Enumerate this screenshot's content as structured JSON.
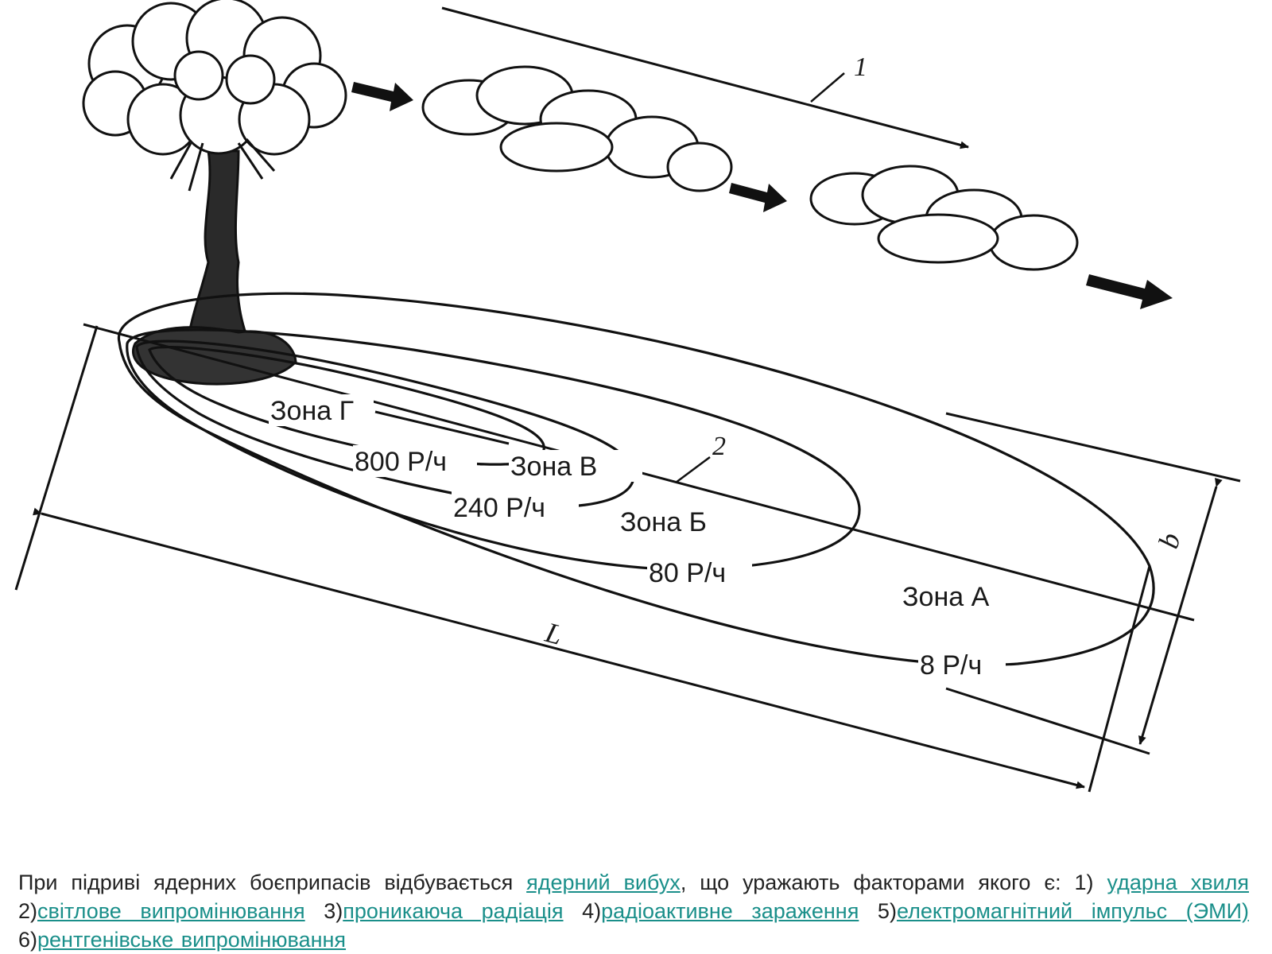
{
  "diagram": {
    "zones": {
      "g": "Зона Г",
      "v": "Зона В",
      "b": "Зона Б",
      "a": "Зона А"
    },
    "dose_rates": {
      "r800": "800 Р/ч",
      "r240": "240 Р/ч",
      "r80": "80 Р/ч",
      "r8": "8 Р/ч"
    },
    "callouts": {
      "wind": "1",
      "axis": "2"
    },
    "dimensions": {
      "length": "L",
      "width": "b"
    }
  },
  "caption": {
    "intro": "При підриві ядерних боєприпасів відбувається ",
    "link_explosion": "ядерний вибух",
    "middle": ", що уражають факторами якого є: 1) ",
    "link_1": "ударна хвиля",
    "n2": " 2)",
    "link_2": "світлове випромінювання",
    "n3": " 3)",
    "link_3": "проникаюча радіація",
    "n4": " 4)",
    "link_4": "радіоактивне зараження",
    "n5": " 5)",
    "link_5": "електромагнітний імпульс (ЭМИ)",
    "n6": " 6)",
    "link_6": "рентгенівське випромінювання"
  },
  "colors": {
    "ink": "#111111",
    "link": "#1a8f8a",
    "text": "#222222"
  }
}
